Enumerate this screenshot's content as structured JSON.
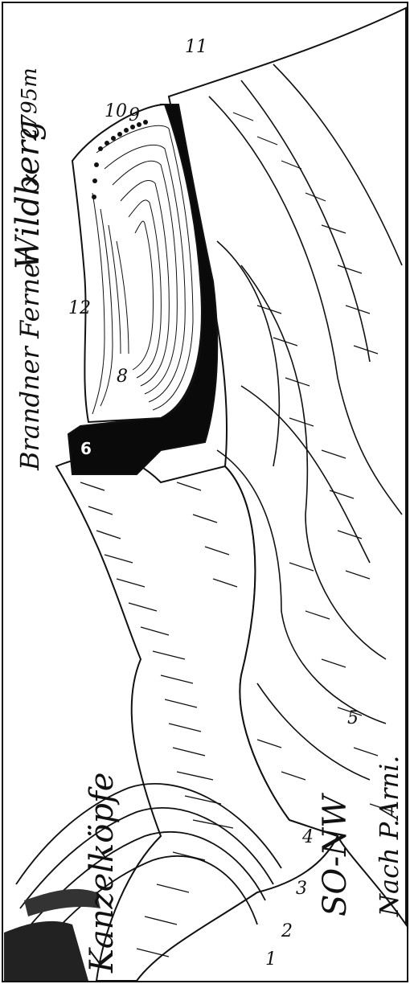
{
  "figure": {
    "peak_name": "Wildberg",
    "peak_elevation": "2795m",
    "glacier_name": "Brandner Ferner",
    "left_heads_name": "Kanzelköpfe",
    "orientation": "SO-NW",
    "credit": "Nach P.Arni.",
    "unit_numbers": [
      "1",
      "2",
      "3",
      "4",
      "5",
      "6",
      "8",
      "9",
      "10",
      "11",
      "12"
    ],
    "peak_marker": "×"
  }
}
